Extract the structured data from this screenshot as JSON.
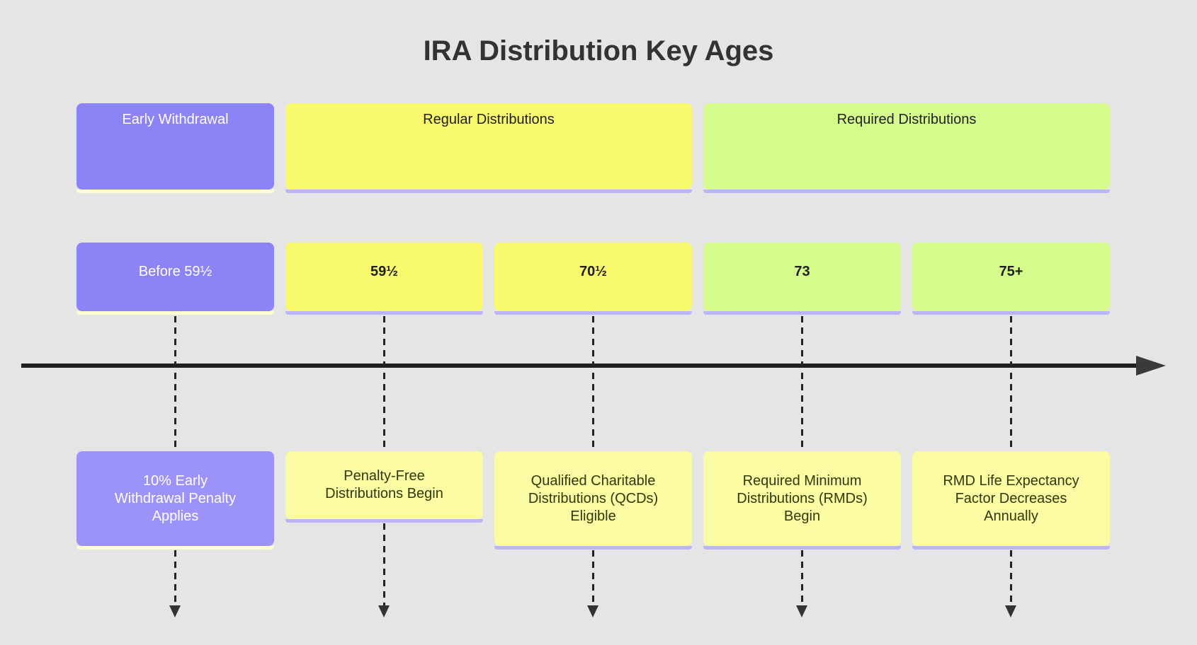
{
  "title": "IRA Distribution Key Ages",
  "colors": {
    "background": "#e5e5e5",
    "purple": "#8c83f7",
    "purple_light": "#9b93f8",
    "yellow": "#f9f96e",
    "green": "#d5fb8d",
    "pale_yellow": "#fbfba3",
    "cream_line": "#fdfdd0",
    "lavender_line": "#bab5f4",
    "axis": "#1f1f1f",
    "axis_head": "#3a3a3a",
    "title_text": "#333333",
    "dark_text": "#1f1f1f",
    "olive_text": "#2f3a08"
  },
  "sections": [
    {
      "label": "Early Withdrawal"
    },
    {
      "label": "Regular Distributions"
    },
    {
      "label": "Required Distributions"
    }
  ],
  "ages": [
    {
      "label": "Before 59½"
    },
    {
      "label": "59½"
    },
    {
      "label": "70½"
    },
    {
      "label": "73"
    },
    {
      "label": "75+"
    }
  ],
  "events": [
    {
      "lines": [
        "10% Early",
        "Withdrawal Penalty",
        "Applies"
      ]
    },
    {
      "lines": [
        "Penalty-Free",
        "Distributions Begin"
      ]
    },
    {
      "lines": [
        "Qualified Charitable",
        "Distributions (QCDs)",
        "Eligible"
      ]
    },
    {
      "lines": [
        "Required Minimum",
        "Distributions (RMDs)",
        "Begin"
      ]
    },
    {
      "lines": [
        "RMD Life Expectancy",
        "Factor Decreases",
        "Annually"
      ]
    }
  ]
}
